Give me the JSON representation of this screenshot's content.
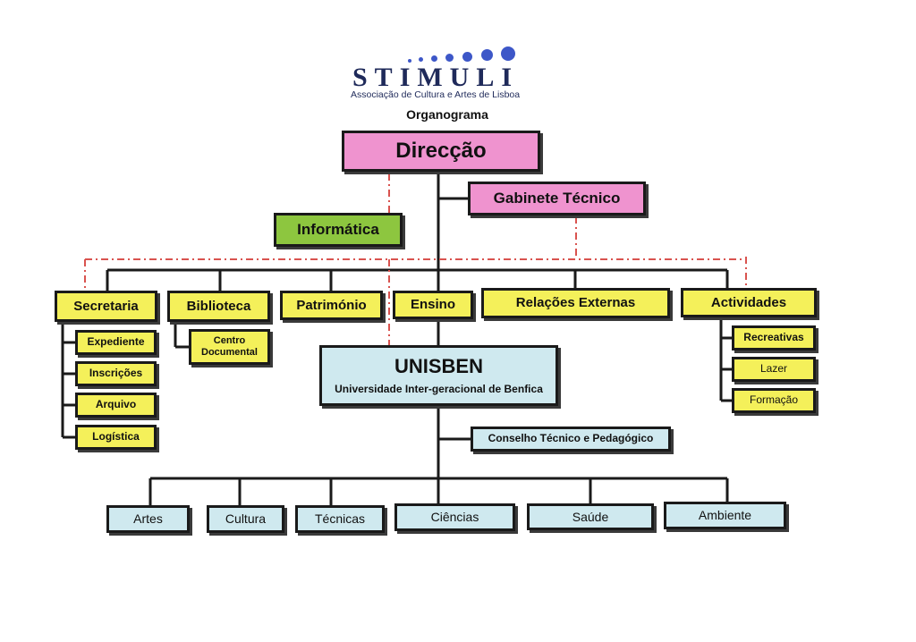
{
  "logo": {
    "name": "STIMULI",
    "subtitle": "Associação de Cultura e Artes de Lisboa"
  },
  "caption": "Organograma",
  "nodes": {
    "direccao": "Direcção",
    "gabinete_tecnico": "Gabinete Técnico",
    "informatica": "Informática",
    "secretaria": "Secretaria",
    "biblioteca": "Biblioteca",
    "patrimonio": "Património",
    "ensino": "Ensino",
    "relacoes_externas": "Relações Externas",
    "actividades": "Actividades",
    "expediente": "Expediente",
    "inscricoes": "Inscrições",
    "arquivo": "Arquivo",
    "logistica": "Logística",
    "centro_documental": "Centro Documental",
    "recreativas": "Recreativas",
    "lazer": "Lazer",
    "formacao": "Formação",
    "unisben": "UNISBEN",
    "unisben_sub": "Universidade Inter-geracional de Benfica",
    "conselho": "Conselho Técnico e Pedagógico",
    "artes": "Artes",
    "cultura": "Cultura",
    "tecnicas": "Técnicas",
    "ciencias": "Ciências",
    "saude": "Saúde",
    "ambiente": "Ambiente"
  },
  "colors": {
    "direction": "#ef93cf",
    "support": "#8dc63f",
    "departments": "#f4f05a",
    "university": "#cfe9ef",
    "dashed_link": "#d9534f",
    "logo": "#1f2a5a"
  }
}
